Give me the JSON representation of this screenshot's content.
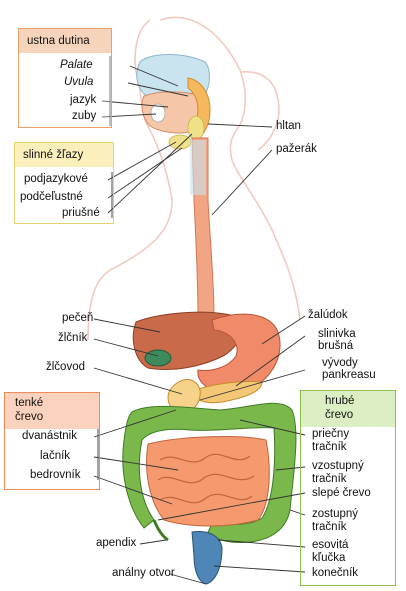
{
  "groups": {
    "oral": "ustna dutina",
    "salivary": "slinné žľazy",
    "small_intestine": [
      "tenké",
      "črevo"
    ],
    "large_intestine": [
      "hrubé",
      "črevo"
    ]
  },
  "labels": {
    "palate": "Palate",
    "uvula": "Uvula",
    "tongue": "jazyk",
    "teeth": "zuby",
    "pharynx": "hltan",
    "esophagus": "pažerák",
    "sublingual": "podjazykové",
    "submandibular": "podčeľustné",
    "parotid": "priušné",
    "liver": "pečeň",
    "gallbladder": "žlčník",
    "bile_duct": "žlčovod",
    "stomach": "žalúdok",
    "pancreas": [
      "slinivka",
      "brušná"
    ],
    "pancreatic_ducts": [
      "vývody",
      "pankreasu"
    ],
    "duodenum": "dvanástnik",
    "jejunum": "lačník",
    "ileum": "bedrovník",
    "transverse_colon": [
      "priečny",
      "tračník"
    ],
    "ascending_colon": [
      "vzostupný",
      "tračník"
    ],
    "cecum": "slepé črevo",
    "descending_colon": [
      "zostupný",
      "tračník"
    ],
    "sigmoid": [
      "esovitá",
      "kľučka"
    ],
    "rectum": "konečník",
    "appendix": "apendix",
    "anus": "análny otvor"
  },
  "colors": {
    "oral_box": "#e9a06a",
    "salivary_box": "#e9d26a",
    "small_box": "#f28a5c",
    "large_box": "#8cc24a"
  }
}
